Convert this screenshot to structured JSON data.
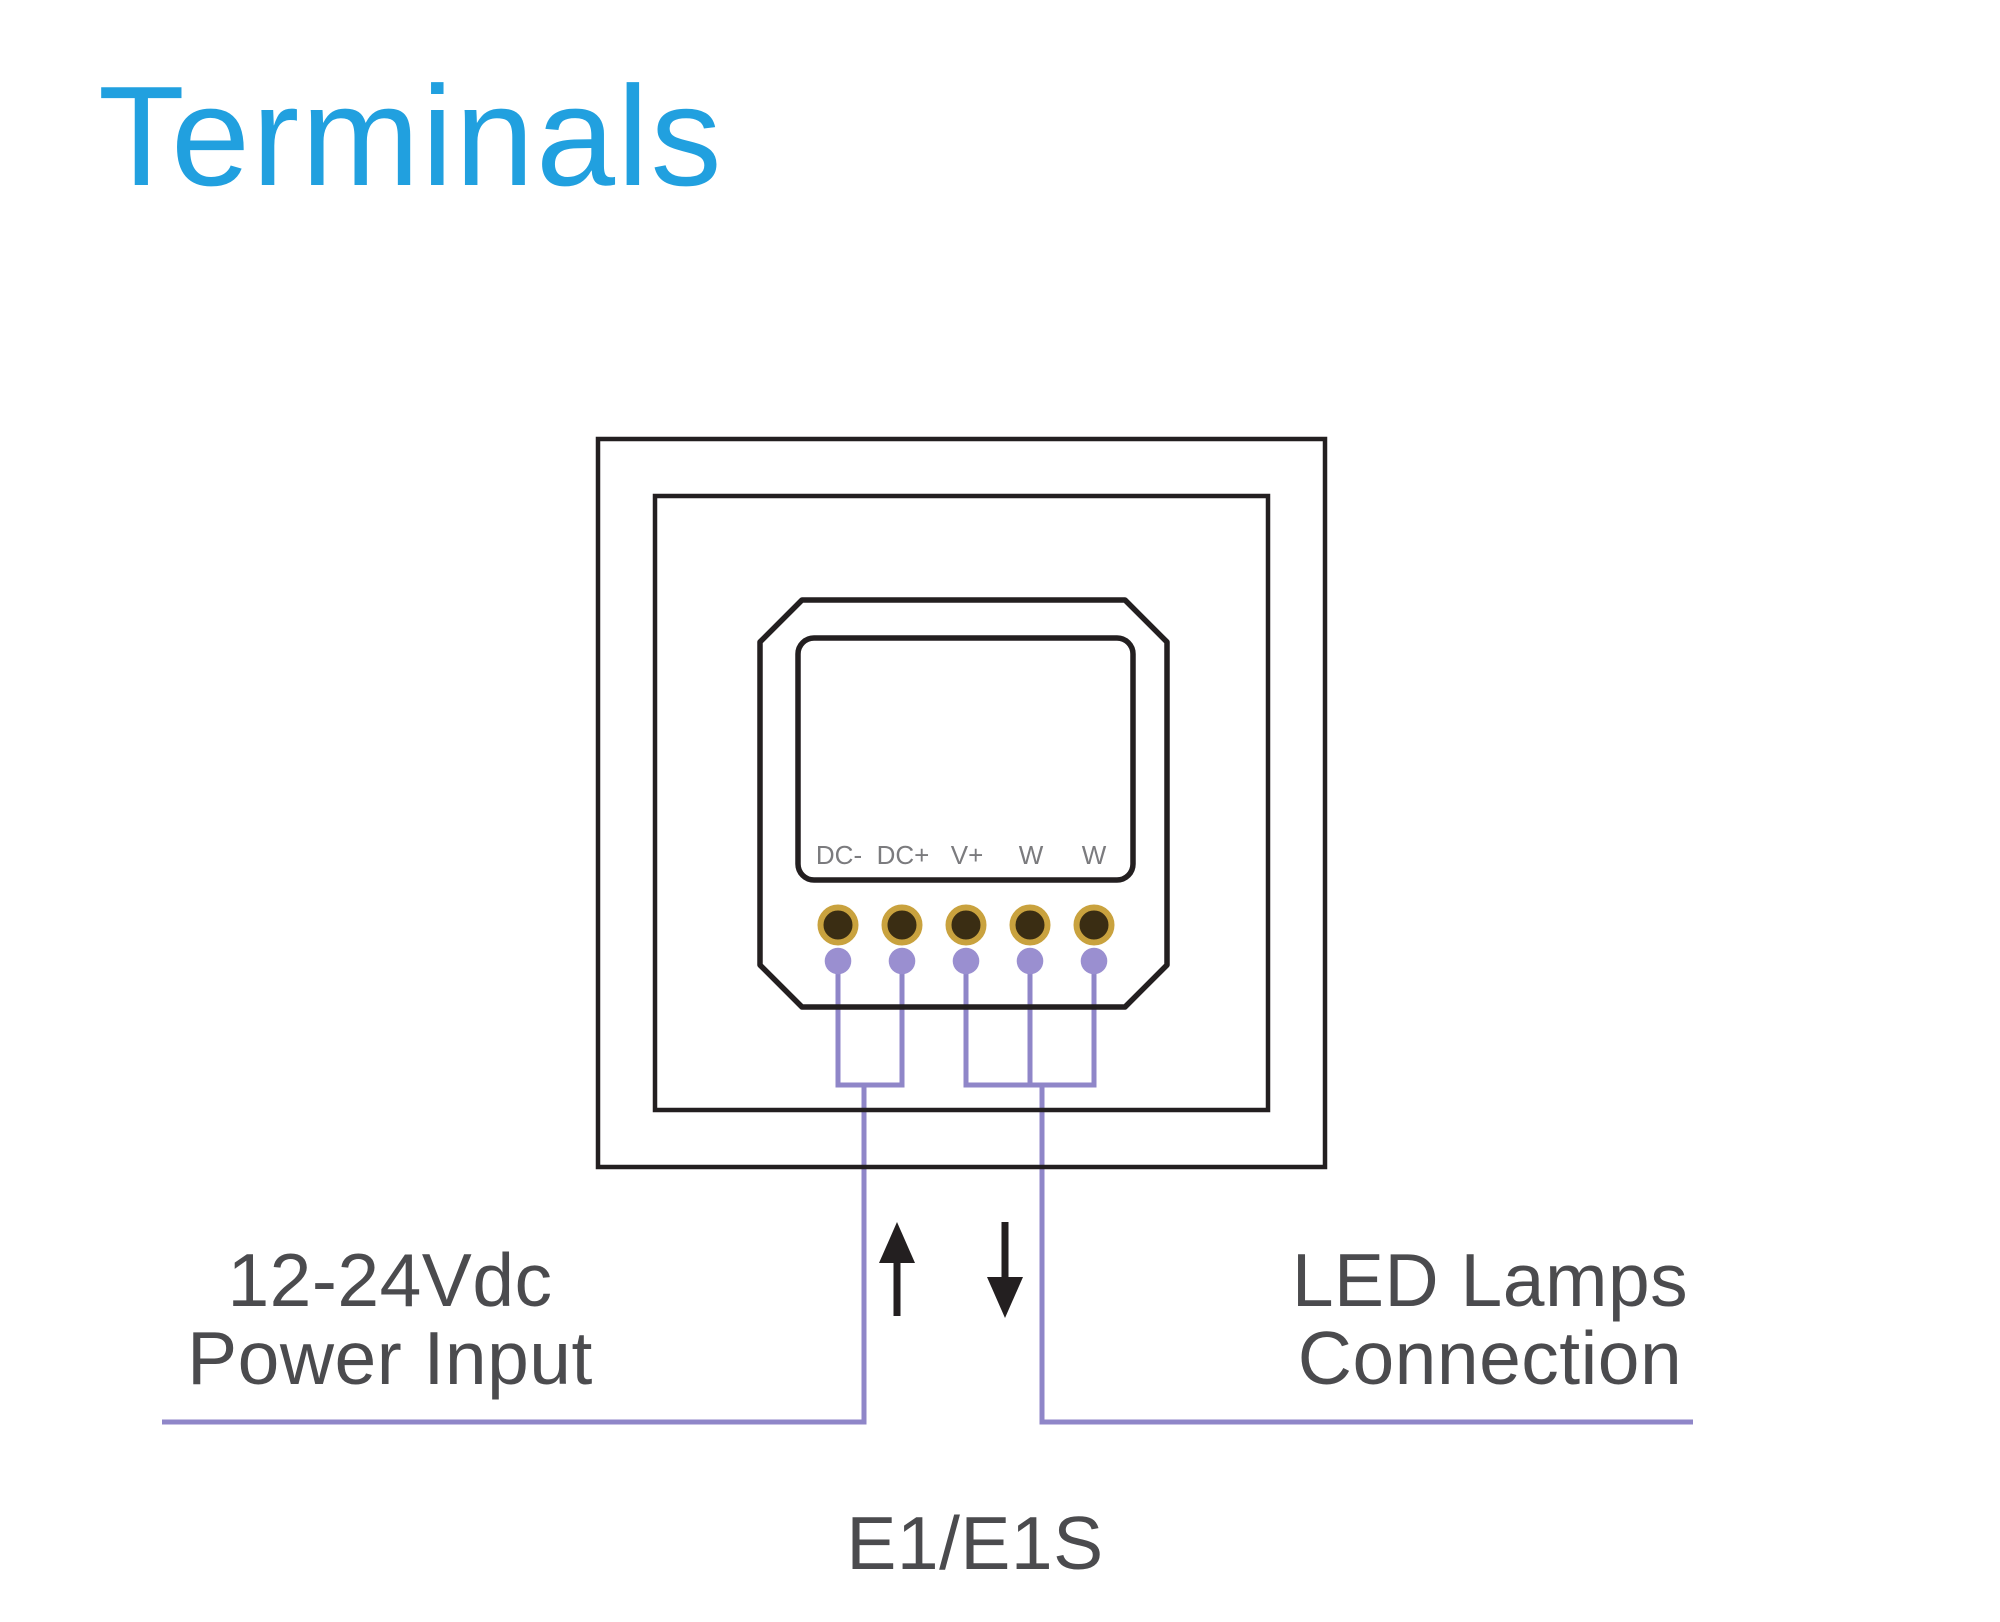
{
  "page": {
    "title": "Terminals",
    "model": "E1/E1S"
  },
  "terminals": {
    "labels": [
      "DC-",
      "DC+",
      "V+",
      "W",
      "W"
    ]
  },
  "annotations": {
    "power_input": {
      "line1": "12-24Vdc",
      "line2": "Power Input"
    },
    "led_connection": {
      "line1": "LED Lamps",
      "line2": "Connection"
    }
  },
  "icons": {
    "up_arrow": "arrow-up",
    "down_arrow": "arrow-down"
  },
  "colors": {
    "title_blue": "#21A0DF",
    "outline_black": "#231F20",
    "wire_purple": "#8F86C8",
    "pin_purple": "#9A8FD0",
    "terminal_ring_gold": "#C9A23E",
    "terminal_center_brown": "#3A2D13",
    "terminal_label_gray": "#7B7B7E",
    "text_gray": "#4B4B4E"
  }
}
